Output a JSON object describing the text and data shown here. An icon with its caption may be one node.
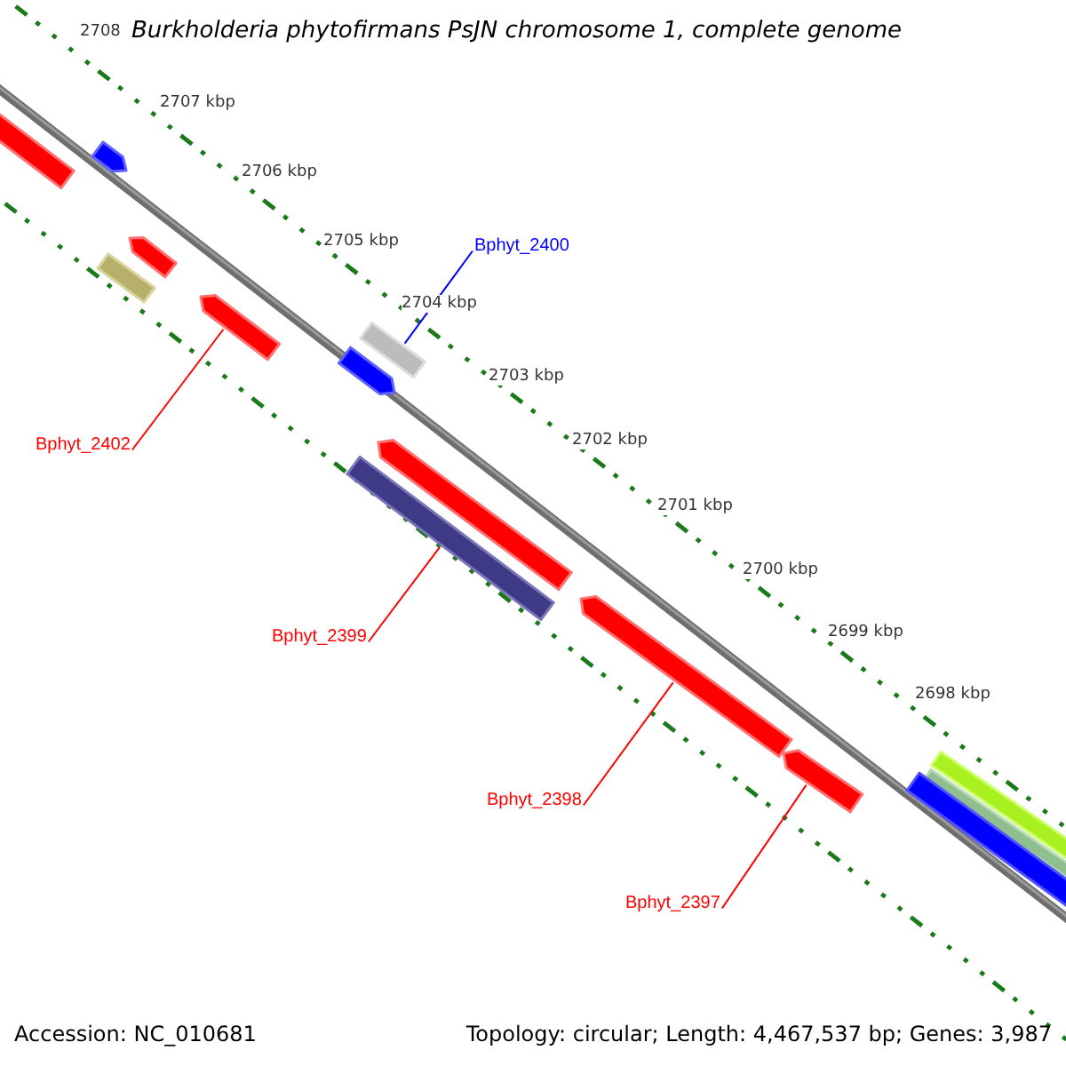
{
  "diagram": {
    "title": "Burkholderia phytofirmans PsJN chromosome 1, complete genome",
    "nodes": [
      {
        "text": [
          "Bphyt_2400"
        ]
      },
      {
        "text": [
          "Bphyt_2402"
        ]
      },
      {
        "text": [
          "Bphyt_2399"
        ]
      },
      {
        "text": [
          "Bphyt_2398"
        ]
      },
      {
        "text": [
          "Bphyt_2397"
        ]
      },
      {
        "text": [],
        "shape": "bar"
      },
      {
        "text": [],
        "shape": "bar"
      },
      {
        "text": [],
        "shape": "bar"
      },
      {
        "text": [],
        "shape": "bar"
      },
      {
        "text": [],
        "shape": "bar"
      },
      {
        "text": [],
        "shape": "bar"
      },
      {
        "text": [],
        "shape": "bar"
      },
      {
        "text": [],
        "shape": "bar"
      },
      {
        "text": [],
        "shape": "bar"
      },
      {
        "text": [],
        "shape": "bar"
      },
      {
        "text": [],
        "shape": "bar"
      },
      {
        "text": [],
        "shape": "bar"
      },
      {
        "text": [],
        "shape": "bar"
      },
      {
        "text": [],
        "shape": "bar"
      }
    ],
    "edges": [
      {
        "from": 0,
        "to": 10,
        "arrow": "none",
        "color": "#0000ff"
      },
      {
        "from": 1,
        "to": 9,
        "arrow": "none"
      },
      {
        "from": 2,
        "to": 13,
        "arrow": "none"
      },
      {
        "from": 3,
        "to": 14,
        "arrow": "none"
      },
      {
        "from": 4,
        "to": 15,
        "arrow": "none"
      }
    ],
    "labels": [
      "2708",
      "2707 kbp",
      "2706 kbp",
      "2705 kbp",
      "2704 kbp",
      "2703 kbp",
      "2702 kbp",
      "2701 kbp",
      "2700 kbp",
      "2699 kbp",
      "2698 kbp",
      "Accession: NC_010681",
      "Topology: circular; Length: 4,467,537 bp; Genes: 3,987"
    ]
  }
}
